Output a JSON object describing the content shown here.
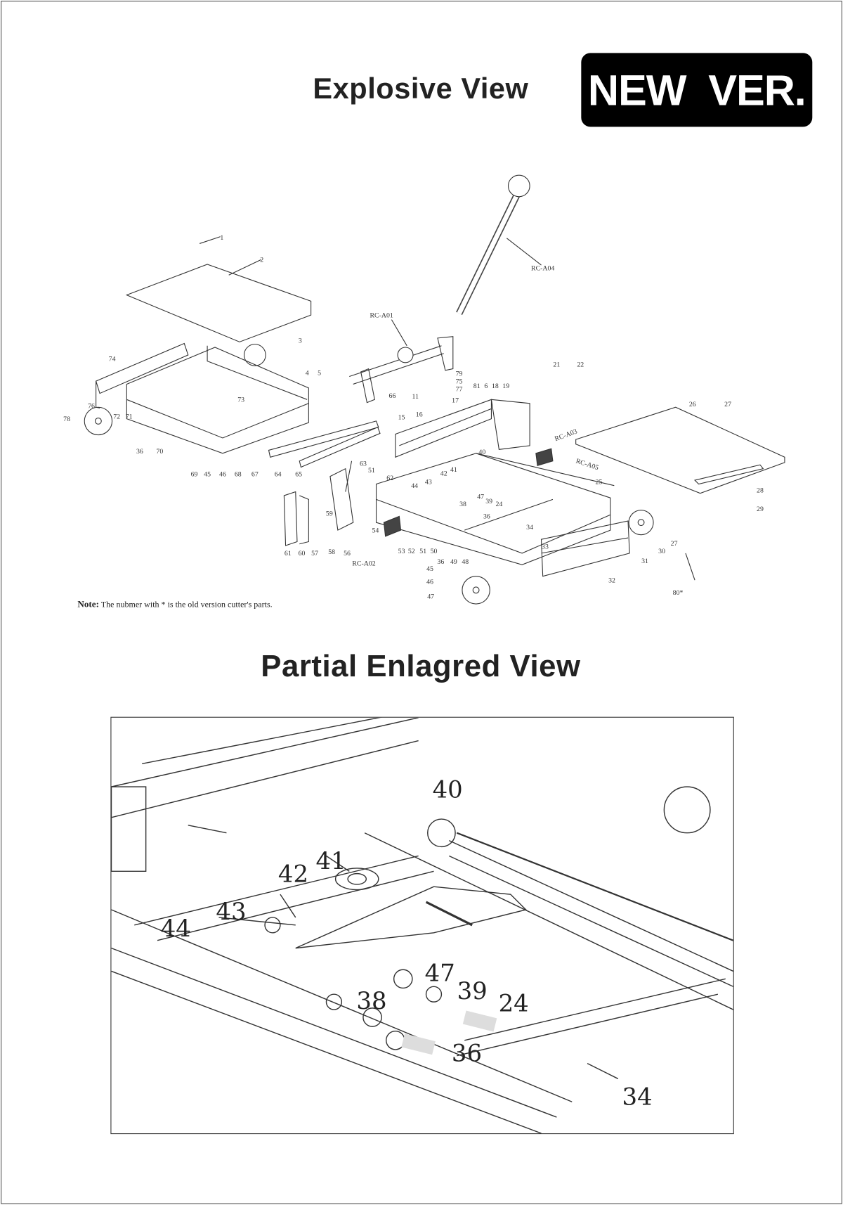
{
  "header": {
    "title": "Explosive View",
    "badge": "NEW  VER."
  },
  "note": {
    "prefix": "Note:",
    "text": " The nubmer with * is the old version cutter's  parts."
  },
  "section2": {
    "title": "Partial Enlagred View"
  },
  "explode_labels": [
    "1",
    "2",
    "RC-A04",
    "RC-A01",
    "3",
    "74",
    "4",
    "5",
    "79",
    "75",
    "77",
    "21",
    "22",
    "81",
    "6",
    "18",
    "19",
    "26",
    "27",
    "66",
    "11",
    "17",
    "73",
    "76",
    "78",
    "72",
    "71",
    "15",
    "16",
    "RC-A03",
    "RC-A05",
    "40",
    "36",
    "70",
    "69",
    "45",
    "46",
    "68",
    "67",
    "64",
    "65",
    "63",
    "51",
    "42",
    "41",
    "62",
    "44",
    "43",
    "25",
    "28",
    "47",
    "39",
    "24",
    "38",
    "36",
    "29",
    "59",
    "34",
    "54",
    "27",
    "30",
    "53",
    "52",
    "51",
    "50",
    "61",
    "60",
    "57",
    "58",
    "56",
    "33",
    "31",
    "RC-A02",
    "36",
    "49",
    "48",
    "45",
    "32",
    "46",
    "80*",
    "47"
  ],
  "enlarged_labels": [
    "40",
    "41",
    "42",
    "43",
    "44",
    "47",
    "39",
    "38",
    "24",
    "36",
    "34"
  ]
}
